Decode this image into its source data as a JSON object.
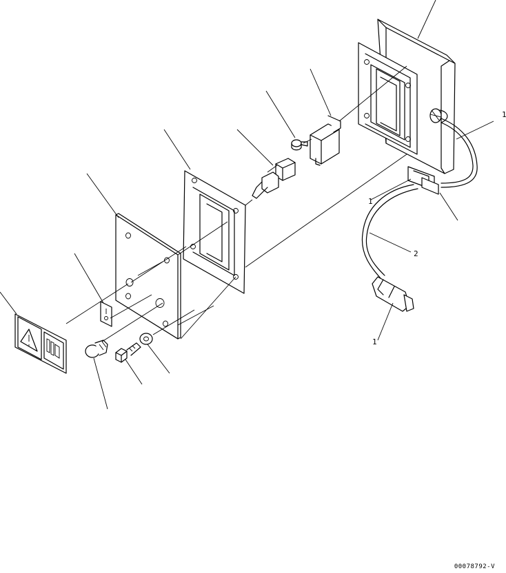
{
  "drawing": {
    "code": "00078792-V",
    "callouts": {
      "harness_top": "1",
      "connector_mid": "1",
      "cable": "2",
      "plug": "1"
    }
  }
}
